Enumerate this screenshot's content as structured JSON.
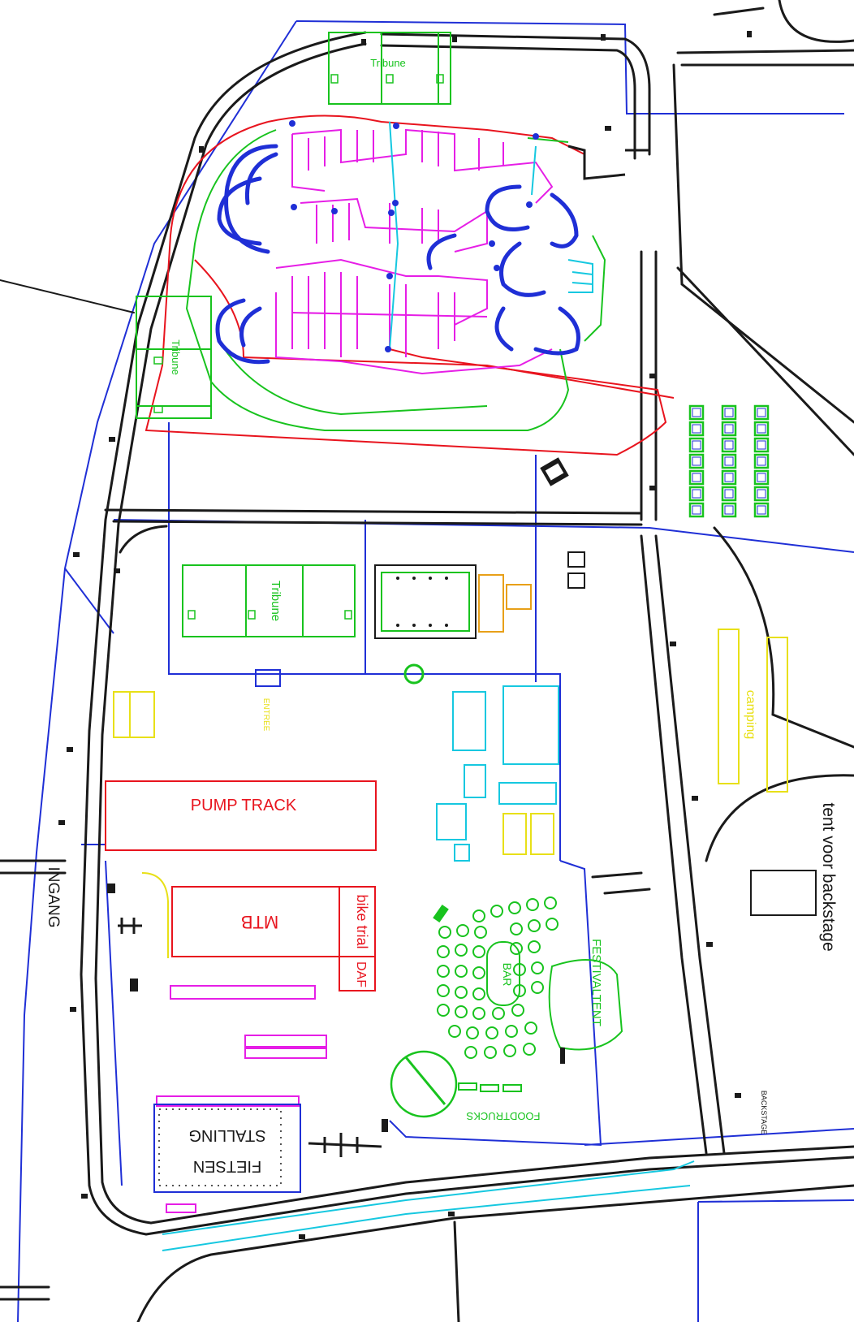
{
  "map": {
    "labels": {
      "tribune_top": "Tribune",
      "tribune_left": "Tribune",
      "tribune_mid": "Tribune",
      "pump_track": "PUMP TRACK",
      "mtb": "MTB",
      "bike_trial": "bike trial",
      "daf": "DAF",
      "bar": "BAR",
      "festivaltent": "FESTIVALTENT",
      "foodtrucks": "FOODTRUCKS",
      "fietsen": "FIETSEN",
      "stalling": "STALLING",
      "ingang": "INGANG",
      "tent_backstage": "tent voor backstage",
      "camping": "camping",
      "entree": "ENTREE",
      "backstage": "BACKSTAGE"
    },
    "colors": {
      "road": "#1a1a1a",
      "boundary": "#1f2fd6",
      "track_red": "#e8141e",
      "track_green": "#18c31e",
      "track_magenta": "#e61ee6",
      "track_blue": "#1f2fd6",
      "cyan": "#16c8e0",
      "yellow": "#e8e018"
    }
  }
}
